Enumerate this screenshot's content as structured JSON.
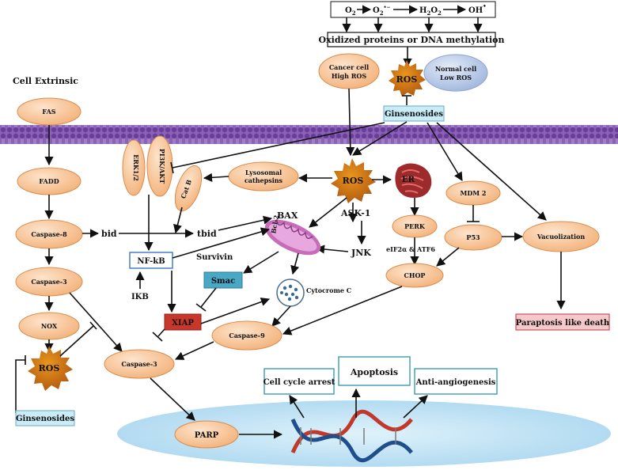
{
  "top_chain": {
    "o2": "O",
    "o2_sub": "2",
    "superoxide": "O",
    "superoxide_sub": "2",
    "superoxide_sup": "•−",
    "h2o2": "H",
    "h2o2_2": "O",
    "h2o2_sub1": "2",
    "h2o2_sub2": "2",
    "oh": "OH",
    "oh_sup": "•"
  },
  "oxidized_label": "Oxidized proteins or DNA methylation",
  "cancer_cell": {
    "line1": "Cancer cell",
    "line2": "High ROS"
  },
  "normal_cell": {
    "line1": "Normal cell",
    "line2": "Low ROS"
  },
  "ros_top": "ROS",
  "ginsenosides_top": "Ginsenosides",
  "cell_extrinsic": "Cell  Extrinsic",
  "fas": "FAS",
  "fadd": "FADD",
  "caspase8": "Caspase-8",
  "caspase3_left": "Caspase-3",
  "nox": "NOX",
  "ros_left": "ROS",
  "ginsenosides_left": "Ginsenosides",
  "erk": "ERK1/2",
  "pi3k": "PI3K/AKT",
  "catb": "Cat B",
  "lysosomal": {
    "line1": "Lysosomal",
    "line2": "cathepsins"
  },
  "ros_center": "ROS",
  "er": "ER",
  "perk": "PERK",
  "eif2": "eIF2α & ATF6",
  "chop": "CHOP",
  "ask1": "ASK-1",
  "jnk": "JNK",
  "mdm2": "MDM 2",
  "p53": "P53",
  "vacuolization": "Vacuolization",
  "paraptosis": "Paraptosis  like death",
  "bid": "bid",
  "tbid": "tbid",
  "bax": "BAX",
  "bcl2": "Bcl-2",
  "nfkb": "NF-kB",
  "ikb": "IKB",
  "survivin": "Survivin",
  "smac": "Smac",
  "xiap": "XIAP",
  "cytochrome": "Cytocrome C",
  "caspase9": "Caspase-9",
  "caspase3_center": "Caspase-3",
  "parp": "PARP",
  "cell_cycle": "Cell cycle arrest",
  "apoptosis": "Apoptosis",
  "antiangio": "Anti-angiogenesis",
  "colors": {
    "node_fill": "#f7c496",
    "node_stroke": "#d88d4e",
    "ros_fill": "#d97a1c",
    "ginseno_fill": "#c9ecf6",
    "smac_fill": "#4aa7c6",
    "xiap_fill": "#c9372c",
    "paraptosis_fill": "#f5c9cc",
    "normal_fill": "#b9cbe8",
    "membrane": "#7b4fa8",
    "nucleus": "#bfe3f5",
    "outcome_stroke": "#3a9dae"
  }
}
